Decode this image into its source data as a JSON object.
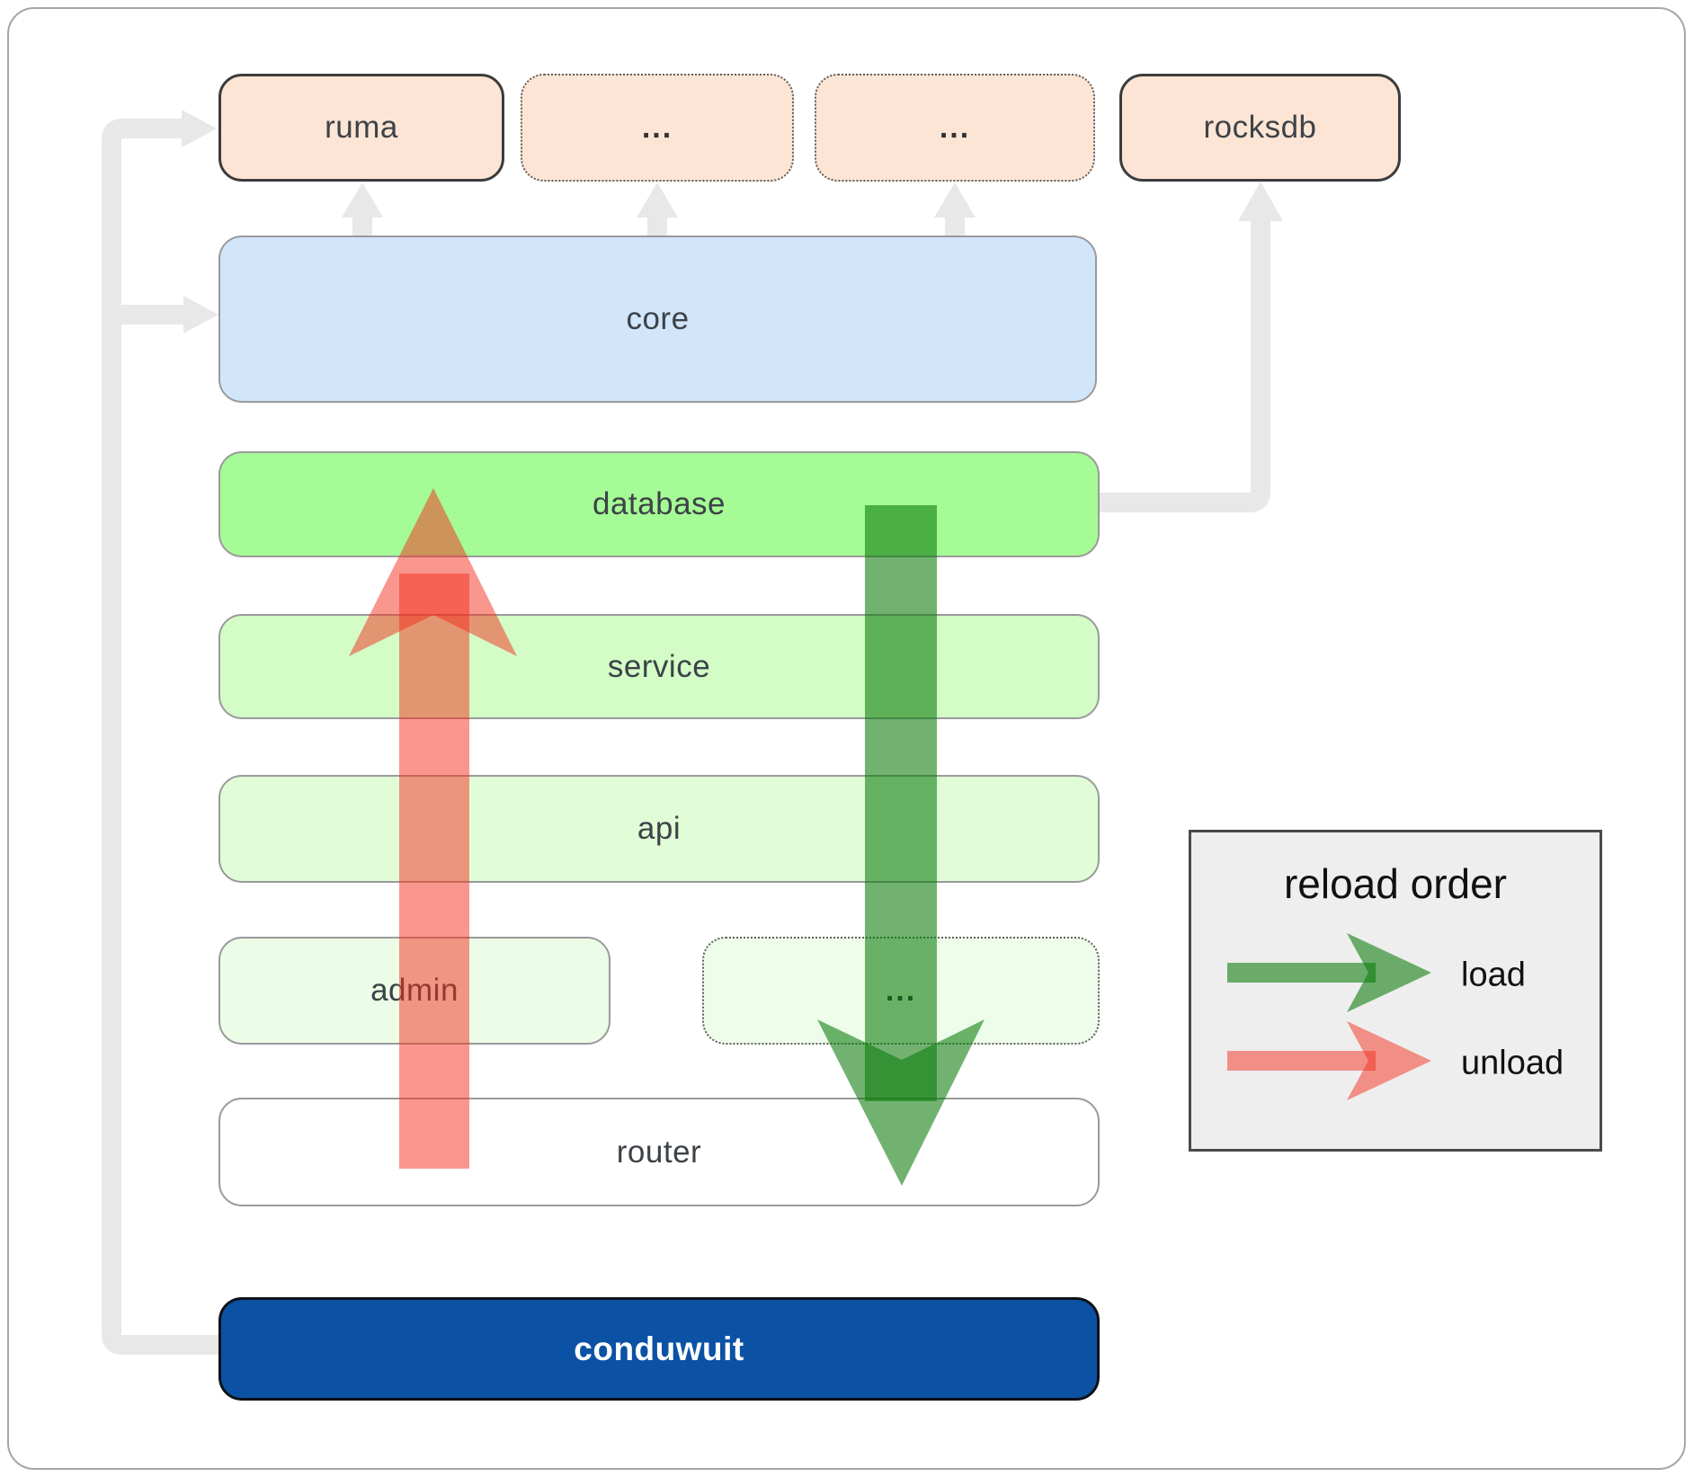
{
  "colors": {
    "peach": "#fce5d4",
    "core_blue": "#d1e6fb",
    "db_green": "#a5fb95",
    "service_green": "#d3fcc7",
    "api_green": "#e1fdd8",
    "admin_green": "#ebfde7",
    "admin_more_green": "#eefdea",
    "router_white": "#ffffff",
    "conduwuit_navy": "#0b52a5",
    "conduwuit_text": "#ffffff",
    "connector_gray": "#e8e8e8",
    "load_green": "#0a7a0a",
    "unload_red": "#f32d1e",
    "label_dark": "#3d4247",
    "dots_dark": "#2f3338",
    "legend_bg": "#eeeeee",
    "legend_border": "#4a4a4a",
    "legend_text": "#111111",
    "box_border_dark": "#3c3c3c",
    "box_border_gray": "#9a9a9a",
    "dotted_border": "#5f5f5f",
    "frame_border": "#a6a6a6"
  },
  "boxes": {
    "ruma": "ruma",
    "deps_more_1": "...",
    "deps_more_2": "...",
    "rocksdb": "rocksdb",
    "core": "core",
    "database": "database",
    "service": "service",
    "api": "api",
    "admin": "admin",
    "admin_more": "...",
    "router": "router",
    "conduwuit": "conduwuit"
  },
  "legend": {
    "title": "reload order",
    "load_label": "load",
    "unload_label": "unload"
  }
}
